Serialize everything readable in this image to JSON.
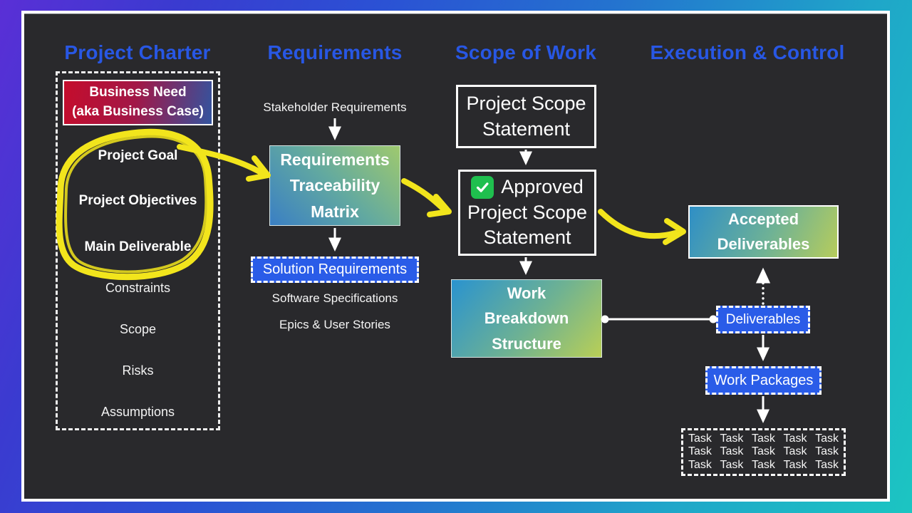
{
  "headings": [
    "Project Charter",
    "Requirements",
    "Scope of Work",
    "Execution & Control"
  ],
  "charter": {
    "business_need": "Business Need\n(aka Business Case)",
    "items": [
      {
        "label": "Project Goal",
        "bold": true
      },
      {
        "label": "Project Objectives",
        "bold": true
      },
      {
        "label": "Main Deliverable",
        "bold": true
      },
      {
        "label": "Constraints",
        "bold": false
      },
      {
        "label": "Scope",
        "bold": false
      },
      {
        "label": "Risks",
        "bold": false
      },
      {
        "label": "Assumptions",
        "bold": false
      }
    ]
  },
  "requirements": {
    "stakeholder_label": "Stakeholder Requirements",
    "rtm_label": "Requirements\nTraceability\nMatrix",
    "solution_label": "Solution Requirements",
    "software_label": "Software Specifications",
    "epics_label": "Epics & User Stories"
  },
  "scope": {
    "pss_label": "Project Scope\nStatement",
    "approved_line1": "Approved",
    "approved_rest": "Project Scope\nStatement",
    "wbs_label": "Work\nBreakdown\nStructure"
  },
  "execution": {
    "accepted_label": "Accepted\nDeliverables",
    "deliverables_label": "Deliverables",
    "work_packages_label": "Work Packages",
    "tasks": [
      "Task",
      "Task",
      "Task",
      "Task",
      "Task",
      "Task",
      "Task",
      "Task",
      "Task",
      "Task",
      "Task",
      "Task",
      "Task",
      "Task",
      "Task"
    ]
  },
  "colors": {
    "heading_blue": "#2857e4",
    "box_blue": "#2a5ce8",
    "annotation_yellow": "#f2e51c",
    "panel_bg": "#29292c",
    "frame_white": "#ffffff",
    "business_need_gradient": [
      "#c50d2c",
      "#33549f"
    ],
    "teal_green_gradient": [
      "#2a93cf",
      "#b9cf56"
    ],
    "outer_gradient": [
      "#5a2fd6",
      "#2b51d4",
      "#1cc5c2"
    ],
    "check_green": "#1fbf4e"
  }
}
